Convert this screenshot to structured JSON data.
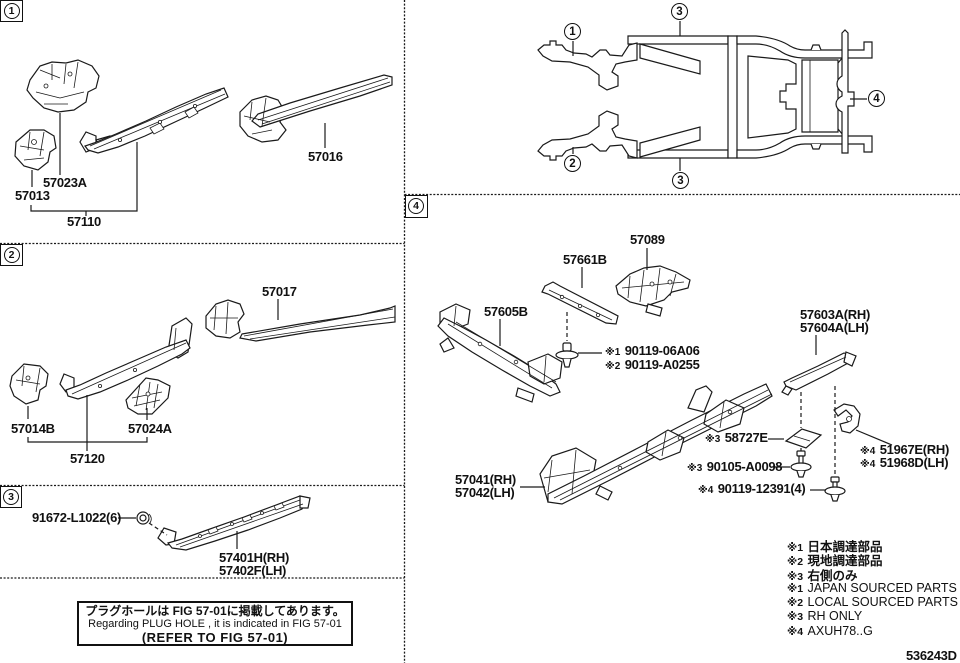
{
  "doc_number": "536243D",
  "section_tags": [
    "1",
    "2",
    "3",
    "4"
  ],
  "callouts": [
    "1",
    "2",
    "3",
    "3",
    "4"
  ],
  "parts": {
    "s1": [
      {
        "text": "57023A"
      },
      {
        "text": "57013"
      },
      {
        "text": "57110"
      },
      {
        "text": "57016"
      }
    ],
    "s2": [
      {
        "text": "57017"
      },
      {
        "text": "57014B"
      },
      {
        "text": "57024A"
      },
      {
        "text": "57120"
      }
    ],
    "s3": [
      {
        "text": "91672-L1022(6)"
      },
      {
        "text": "57401H(RH)"
      },
      {
        "text": "57402F(LH)"
      }
    ],
    "s4": [
      {
        "text": "57605B"
      },
      {
        "text": "57661B"
      },
      {
        "text": "57089"
      },
      {
        "text": "57603A(RH)"
      },
      {
        "text": "57604A(LH)"
      },
      {
        "text": "57041(RH)"
      },
      {
        "text": "57042(LH)"
      }
    ]
  },
  "fasteners": [
    {
      "pre": "※1",
      "num": "90119-06A06"
    },
    {
      "pre": "※2",
      "num": "90119-A0255"
    },
    {
      "pre": "※3",
      "num": "58727E"
    },
    {
      "pre": "※3",
      "num": "90105-A0098"
    },
    {
      "pre": "※4",
      "num": "90119-12391(4)"
    },
    {
      "pre": "※4",
      "num": "51967E(RH)"
    },
    {
      "pre": "※4",
      "num": "51968D(LH)"
    }
  ],
  "note_box": {
    "line1_jp": "プラグホールは FIG 57-01に掲載してあります。",
    "line2_en": "Regarding PLUG HOLE , it is indicated in FIG 57-01",
    "line3_ref": "(REFER TO FIG 57-01)"
  },
  "legend": [
    {
      "pre": "※1",
      "text": "日本調達部品"
    },
    {
      "pre": "※2",
      "text": "現地調達部品"
    },
    {
      "pre": "※3",
      "text": "右側のみ"
    },
    {
      "pre": "※1",
      "text": "JAPAN SOURCED PARTS"
    },
    {
      "pre": "※2",
      "text": "LOCAL SOURCED PARTS"
    },
    {
      "pre": "※3",
      "text": "RH ONLY"
    },
    {
      "pre": "※4",
      "text": "AXUH78..G"
    }
  ],
  "colors": {
    "ink": "#111111",
    "paper": "#ffffff"
  }
}
